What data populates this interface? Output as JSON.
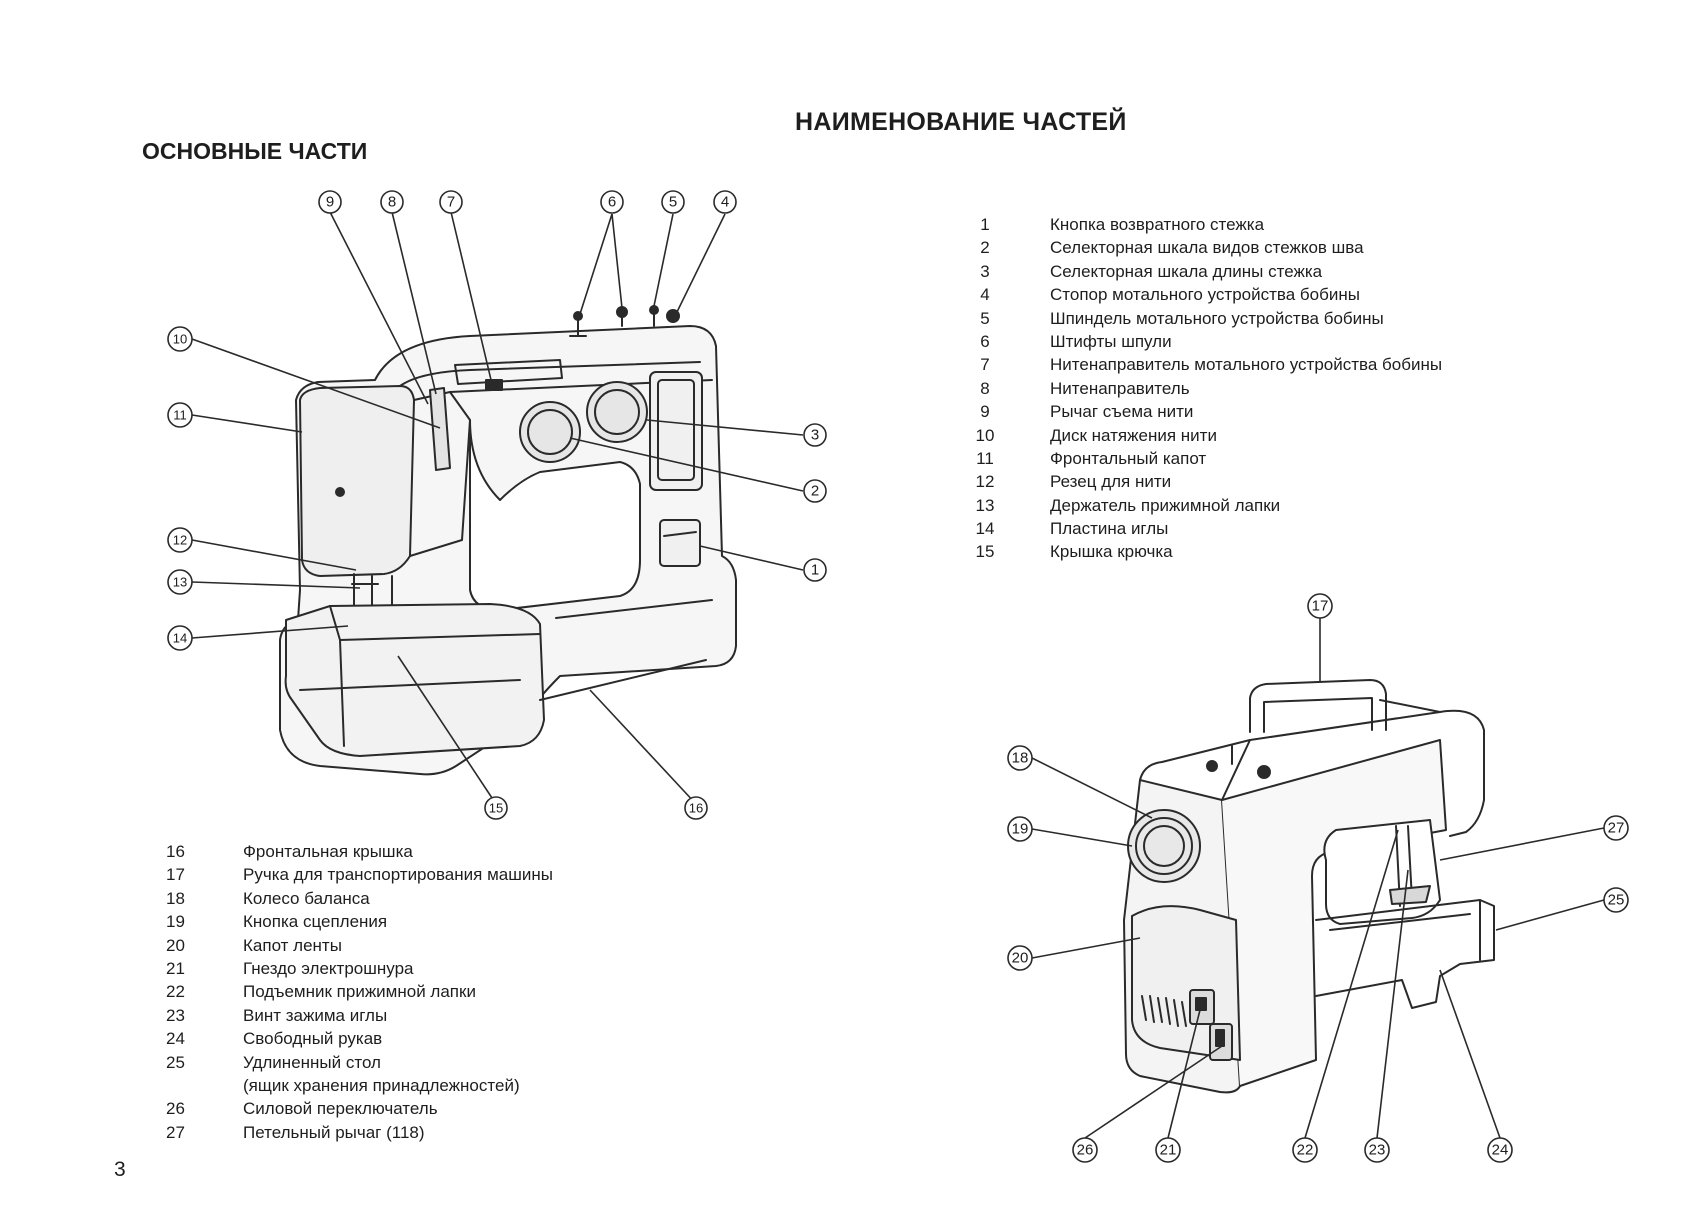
{
  "header": {
    "title": "НАИМЕНОВАНИЕ ЧАСТЕЙ"
  },
  "section": {
    "title": "ОСНОВНЫЕ ЧАСТИ"
  },
  "parts_list_1": [
    {
      "num": "1",
      "label": "Кнопка возвратного стежка"
    },
    {
      "num": "2",
      "label": "Селекторная шкала видов стежков шва"
    },
    {
      "num": "3",
      "label": "Селекторная шкала длины стежка"
    },
    {
      "num": "4",
      "label": "Стопор мотального устройства бобины"
    },
    {
      "num": "5",
      "label": "Шпиндель мотального устройства бобины"
    },
    {
      "num": "6",
      "label": "Штифты шпули"
    },
    {
      "num": "7",
      "label": "Нитенаправитель мотального устройства бобины"
    },
    {
      "num": "8",
      "label": "Нитенаправитель"
    },
    {
      "num": "9",
      "label": "Рычаг съема нити"
    },
    {
      "num": "10",
      "label": "Диск натяжения нити"
    },
    {
      "num": "11",
      "label": "Фронтальный капот"
    },
    {
      "num": "12",
      "label": "Резец для нити"
    },
    {
      "num": "13",
      "label": "Держатель прижимной лапки"
    },
    {
      "num": "14",
      "label": "Пластина иглы"
    },
    {
      "num": "15",
      "label": "Крышка крючка"
    }
  ],
  "parts_list_2": [
    {
      "num": "16",
      "label": "Фронтальная крышка"
    },
    {
      "num": "17",
      "label": "Ручка для транспортирования машины"
    },
    {
      "num": "18",
      "label": "Колесо баланса"
    },
    {
      "num": "19",
      "label": "Кнопка сцепления"
    },
    {
      "num": "20",
      "label": "Капот ленты"
    },
    {
      "num": "21",
      "label": "Гнездо электрошнура"
    },
    {
      "num": "22",
      "label": "Подъемник прижимной лапки"
    },
    {
      "num": "23",
      "label": "Винт зажима иглы"
    },
    {
      "num": "24",
      "label": "Свободный рукав"
    },
    {
      "num": "25",
      "label": "Удлиненный стол"
    },
    {
      "num": "",
      "label": "(ящик хранения принадлежностей)"
    },
    {
      "num": "26",
      "label": "Силовой переключатель"
    },
    {
      "num": "27",
      "label": "Петельный рычаг (118)"
    }
  ],
  "front_callouts": [
    "1",
    "2",
    "3",
    "4",
    "5",
    "6",
    "7",
    "8",
    "9",
    "10",
    "11",
    "12",
    "13",
    "14",
    "15",
    "16"
  ],
  "rear_callouts": [
    "17",
    "18",
    "19",
    "20",
    "21",
    "22",
    "23",
    "24",
    "25",
    "26",
    "27"
  ],
  "page": {
    "number": "3"
  }
}
